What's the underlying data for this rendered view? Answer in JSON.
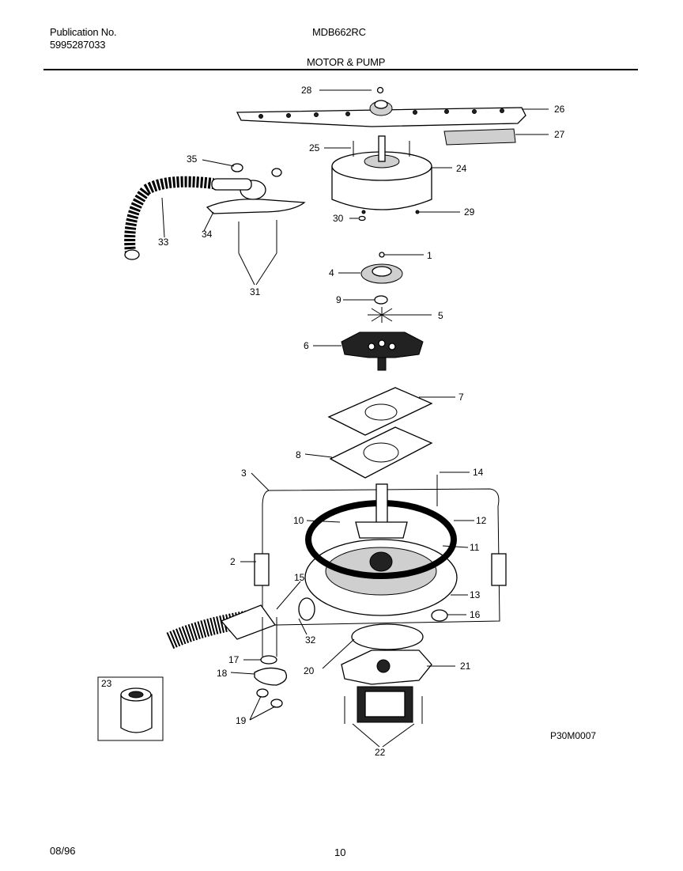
{
  "header": {
    "publication_label": "Publication No.",
    "publication_number": "5995287033",
    "model": "MDB662RC",
    "section_title": "MOTOR & PUMP"
  },
  "diagram": {
    "callouts": {
      "c1": "1",
      "c2": "2",
      "c3": "3",
      "c4": "4",
      "c5": "5",
      "c6": "6",
      "c7": "7",
      "c8": "8",
      "c9": "9",
      "c10": "10",
      "c11": "11",
      "c12": "12",
      "c13": "13",
      "c14": "14",
      "c15": "15",
      "c16": "16",
      "c17": "17",
      "c18": "18",
      "c19": "19",
      "c20": "20",
      "c21": "21",
      "c22": "22",
      "c23": "23",
      "c24": "24",
      "c25": "25",
      "c26": "26",
      "c27": "27",
      "c28": "28",
      "c29": "29",
      "c30": "30",
      "c31": "31",
      "c32": "32",
      "c33": "33",
      "c34": "34",
      "c35": "35"
    },
    "drawing_code": "P30M0007"
  },
  "footer": {
    "date": "08/96",
    "page_number": "10"
  }
}
